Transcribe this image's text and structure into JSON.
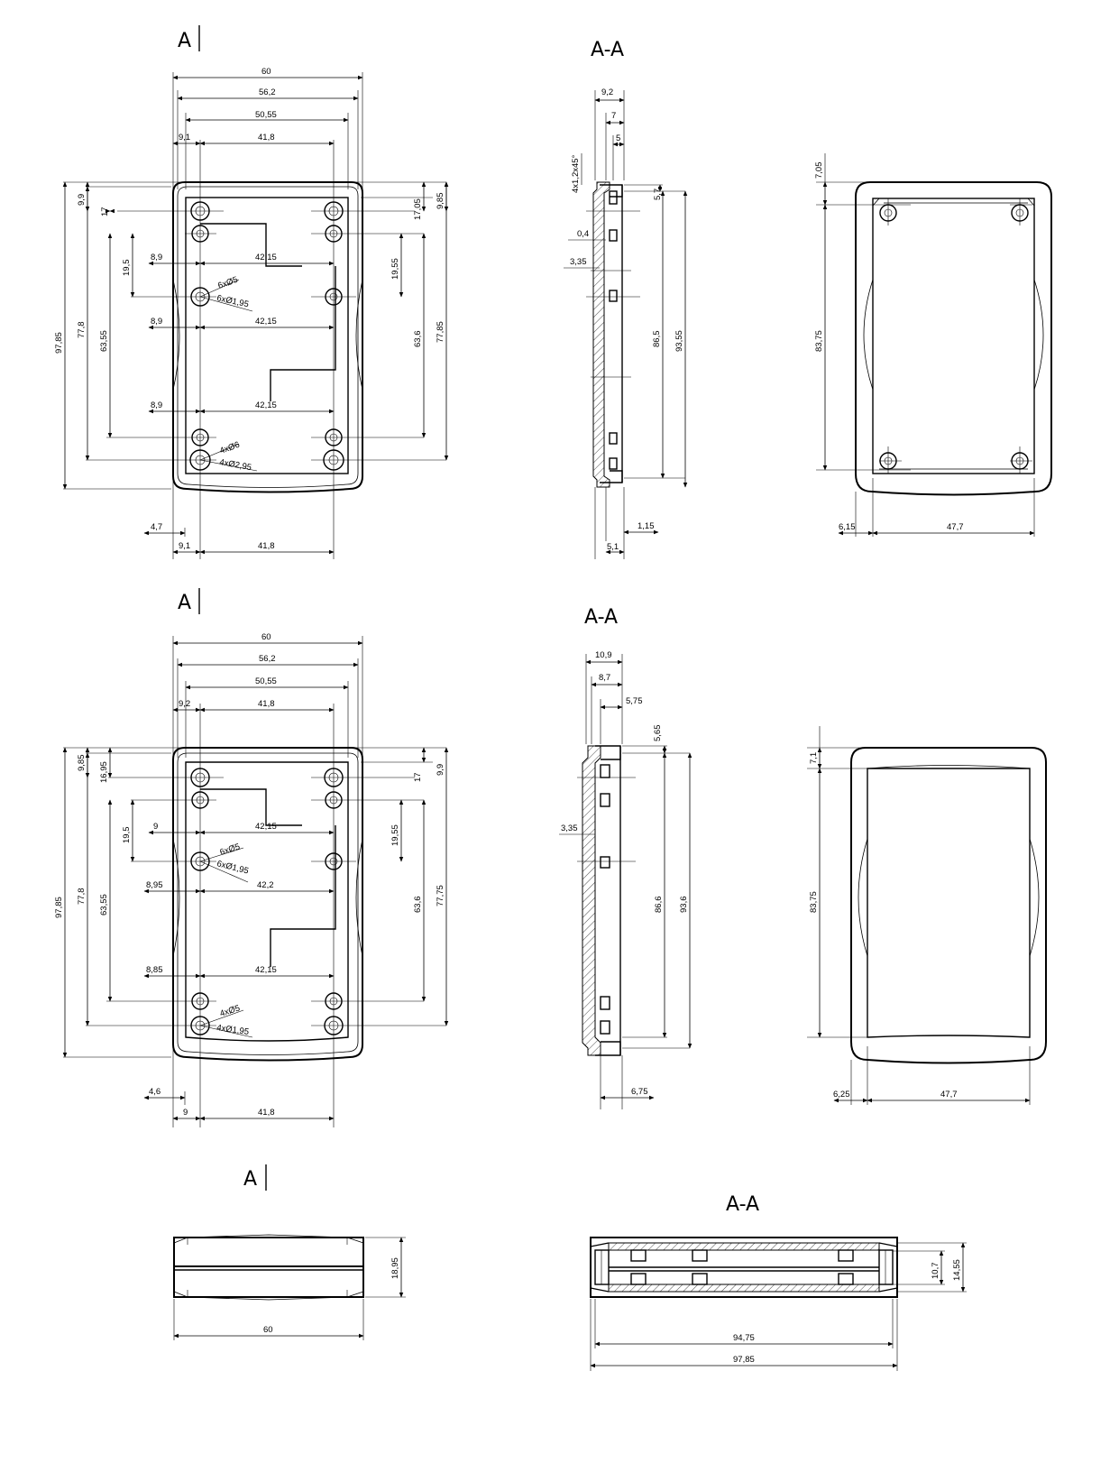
{
  "section_labels": {
    "a1": "A",
    "aa1": "A-A",
    "a2": "A",
    "aa2": "A-A",
    "a3": "A",
    "aa3": "A-A"
  },
  "d1": {
    "w60": "60",
    "w56_2": "56,2",
    "w50_55": "50,55",
    "d9_1": "9,1",
    "d41_8": "41,8",
    "v9_9": "9,9",
    "v17": "17",
    "v17_05": "17,05",
    "v9_85": "9,85",
    "h8_9a": "8,9",
    "h42_15a": "42,15",
    "v19_5": "19,5",
    "v19_55": "19,55",
    "hole6": "6xØ5",
    "hole6b": "6xØ1,95",
    "h8_9b": "8,9",
    "h42_15b": "42,15",
    "v97_85": "97,85",
    "v77_8": "77,8",
    "v63_55": "63,55",
    "v63_6": "63,6",
    "v77_85": "77,85",
    "h8_9c": "8,9",
    "h42_15c": "42,15",
    "hole4": "4xØ6",
    "hole4b": "4xØ2,95",
    "b4_7": "4,7",
    "b9_1": "9,1",
    "b41_8": "41,8"
  },
  "s1": {
    "t9_2": "9,2",
    "t7": "7",
    "t5": "5",
    "cham": "4x1,2x45°",
    "r5_7": "5,7",
    "l0_4": "0,4",
    "l3_35": "3,35",
    "v86_5": "86,5",
    "v93_55": "93,55",
    "b1_15": "1,15",
    "b5_1": "5,1"
  },
  "f1": {
    "v7_05": "7,05",
    "v83_75": "83,75",
    "b6_15": "6,15",
    "b47_7": "47,7"
  },
  "d2": {
    "w60": "60",
    "w56_2": "56,2",
    "w50_55": "50,55",
    "d9_2": "9,2",
    "d41_8": "41,8",
    "v9_85": "9,85",
    "v16_95": "16,95",
    "v17": "17",
    "v9_9": "9,9",
    "v19_5": "19,5",
    "h9": "9",
    "h42_15a": "42,15",
    "v19_55": "19,55",
    "hole6": "6xØ5",
    "hole6b": "6xØ1,95",
    "h8_95": "8,95",
    "h42_2": "42,2",
    "v97_85": "97,85",
    "v77_8": "77,8",
    "v63_55": "63,55",
    "v63_6": "63,6",
    "v77_75": "77,75",
    "h8_85": "8,85",
    "h42_15c": "42,15",
    "hole4": "4xØ5",
    "hole4b": "4xØ1,95",
    "b4_6": "4,6",
    "b9": "9",
    "b41_8": "41,8"
  },
  "s2": {
    "t10_9": "10,9",
    "t8_7": "8,7",
    "t5_75": "5,75",
    "r5_65": "5,65",
    "l3_35": "3,35",
    "v86_6": "86,6",
    "v93_6": "93,6",
    "b6_75": "6,75"
  },
  "f2": {
    "v7_1": "7,1",
    "v83_75": "83,75",
    "b6_25": "6,25",
    "b47_7": "47,7"
  },
  "bot": {
    "h18_95": "18,95",
    "w60": "60",
    "v10_7": "10,7",
    "v14_55": "14,55",
    "w94_75": "94,75",
    "w97_85": "97,85"
  }
}
